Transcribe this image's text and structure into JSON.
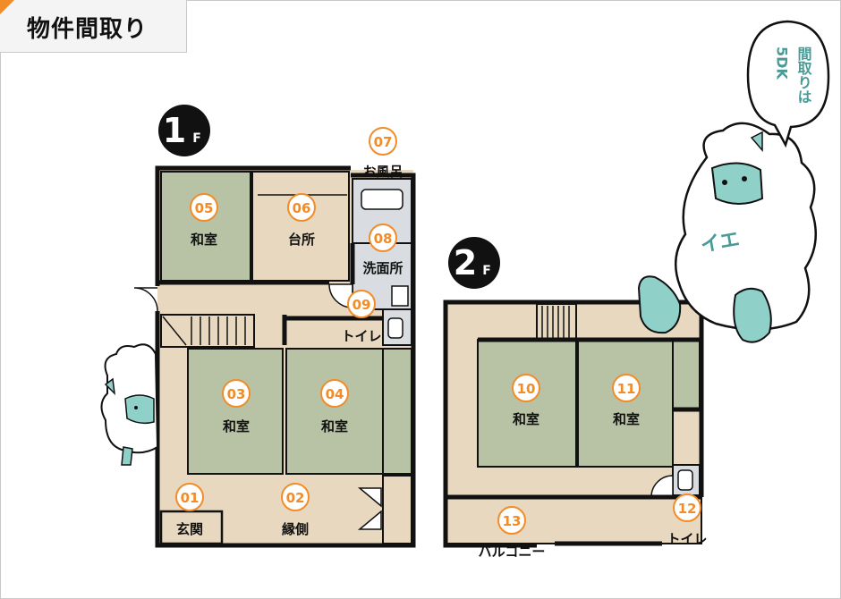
{
  "page": {
    "title": "物件間取り"
  },
  "floors": [
    {
      "id": "1f",
      "number": "1",
      "unit": "F"
    },
    {
      "id": "2f",
      "number": "2",
      "unit": "F"
    }
  ],
  "rooms": [
    {
      "num": "01",
      "name": "玄関"
    },
    {
      "num": "02",
      "name": "縁側"
    },
    {
      "num": "03",
      "name": "和室"
    },
    {
      "num": "04",
      "name": "和室"
    },
    {
      "num": "05",
      "name": "和室"
    },
    {
      "num": "06",
      "name": "台所"
    },
    {
      "num": "07",
      "name": "お風呂"
    },
    {
      "num": "08",
      "name": "洗面所"
    },
    {
      "num": "09",
      "name": "トイレ"
    },
    {
      "num": "10",
      "name": "和室"
    },
    {
      "num": "11",
      "name": "和室"
    },
    {
      "num": "12",
      "name": "トイレ"
    },
    {
      "num": "13",
      "name": "バルコニー"
    }
  ],
  "speech_bubble": {
    "col1": "間取りは",
    "col2": "5DK"
  },
  "mascot": {
    "chest_text": "イエ"
  },
  "colors": {
    "tatami": "#b8c3a6",
    "wood": "#e8d8bf",
    "wet_area": "#d9dde1",
    "wall": "#111111",
    "accent": "#f28c28",
    "mascot_skin": "#8fd0c8",
    "bubble_text": "#4a9a96"
  }
}
